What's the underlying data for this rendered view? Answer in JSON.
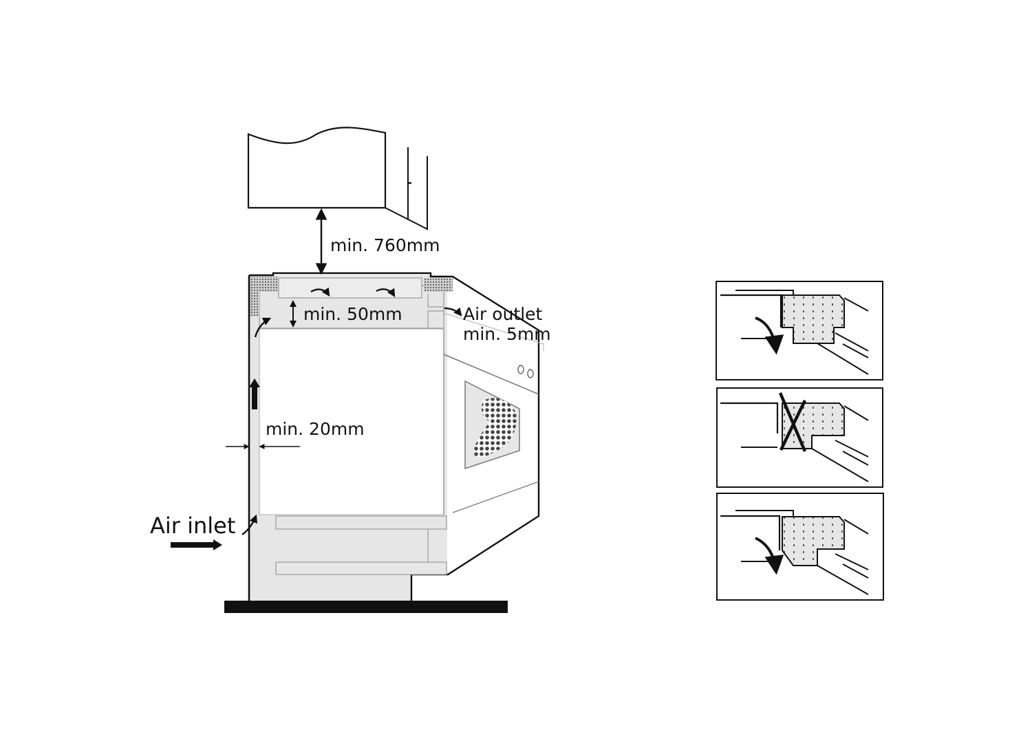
{
  "labels": {
    "clearance_top": "min. 760mm",
    "gap_hob": "min. 50mm",
    "air_outlet": "Air outlet",
    "outlet_gap": "min. 5mm",
    "side_gap": "min. 20mm",
    "air_inlet": "Air inlet"
  },
  "colors": {
    "line": "#111111",
    "cabinet_fill": "#e6e6e6",
    "dotted_fill": "#d9d9d9"
  },
  "icons": {
    "flow_arrows": "curved-arrow-icon",
    "wrong_marker": "x-mark-icon"
  }
}
